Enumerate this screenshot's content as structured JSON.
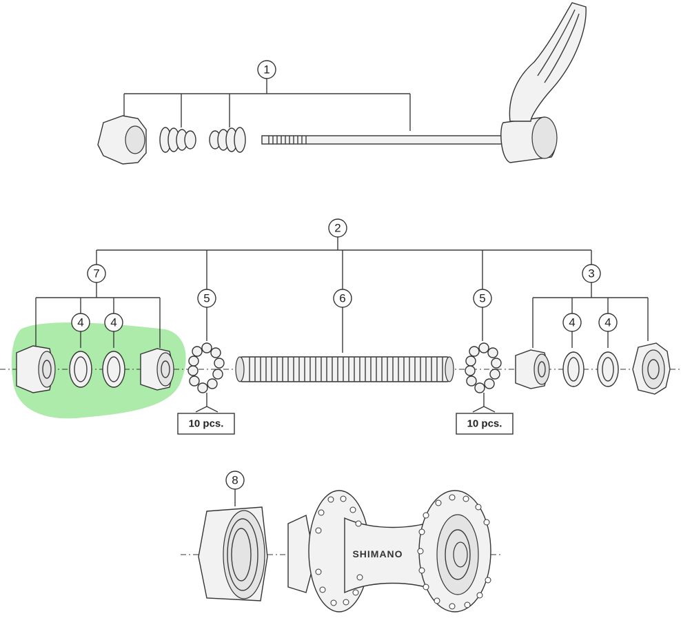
{
  "callouts": {
    "c1": "1",
    "c2": "2",
    "c3": "3",
    "c4a": "4",
    "c4b": "4",
    "c4c": "4",
    "c4d": "4",
    "c5a": "5",
    "c5b": "5",
    "c6": "6",
    "c7": "7",
    "c8": "8"
  },
  "quantities": {
    "left": "10 pcs.",
    "right": "10 pcs."
  },
  "brand": "SHIMANO",
  "colors": {
    "highlight": "#9ee89a",
    "line": "#333333"
  }
}
